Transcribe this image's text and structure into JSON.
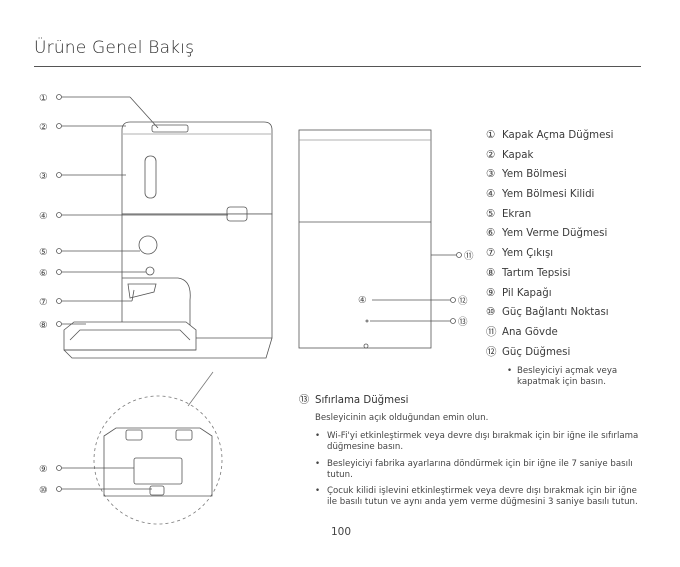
{
  "page": {
    "title": "Ürüne Genel Bakış",
    "page_number": "100"
  },
  "callouts": {
    "left": [
      "①",
      "②",
      "③",
      "④",
      "⑤",
      "⑥",
      "⑦",
      "⑧",
      "⑨",
      "⑩"
    ],
    "right": [
      "⑪",
      "⑫",
      "⑬"
    ]
  },
  "parts": [
    {
      "num": "①",
      "label": "Kapak Açma Düğmesi"
    },
    {
      "num": "②",
      "label": "Kapak"
    },
    {
      "num": "③",
      "label": "Yem Bölmesi"
    },
    {
      "num": "④",
      "label": "Yem Bölmesi Kilidi"
    },
    {
      "num": "⑤",
      "label": "Ekran"
    },
    {
      "num": "⑥",
      "label": "Yem Verme Düğmesi"
    },
    {
      "num": "⑦",
      "label": "Yem Çıkışı"
    },
    {
      "num": "⑧",
      "label": "Tartım Tepsisi"
    },
    {
      "num": "⑨",
      "label": "Pil Kapağı"
    },
    {
      "num": "⑩",
      "label": "Güç Bağlantı Noktası"
    },
    {
      "num": "⑪",
      "label": "Ana Gövde"
    },
    {
      "num": "⑫",
      "label": "Güç Düğmesi"
    }
  ],
  "power_note": "Besleyiciyi açmak veya kapatmak için basın.",
  "reset": {
    "num": "⑬",
    "label": "Sıfırlama Düğmesi",
    "intro": "Besleyicinin açık olduğundan emin olun.",
    "bullets": [
      "Wi-Fi'yi etkinleştirmek veya devre dışı bırakmak için bir iğne ile sıfırlama düğmesine basın.",
      "Besleyiciyi fabrika ayarlarına döndürmek için bir iğne ile 7 saniye basılı tutun.",
      "Çocuk kilidi işlevini etkinleştirmek veya devre dışı bırakmak için bir iğne ile basılı tutun ve aynı anda yem verme düğmesini 3 saniye basılı tutun."
    ]
  }
}
